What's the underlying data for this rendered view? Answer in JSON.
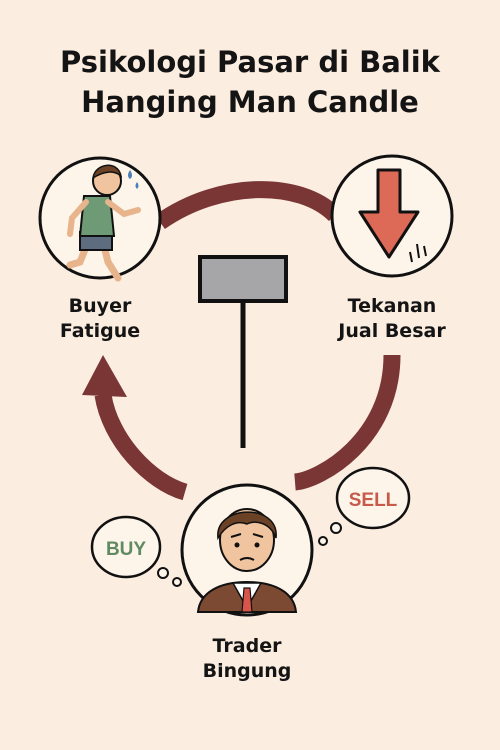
{
  "title": {
    "line1": "Psikologi Pasar di Balik",
    "line2": "Hanging Man Candle"
  },
  "nodes": {
    "buyer_fatigue": {
      "line1": "Buyer",
      "line2": "Fatigue",
      "icon": "tired-runner-icon"
    },
    "sell_pressure": {
      "line1": "Tekanan",
      "line2": "Jual Besar",
      "icon": "down-arrow-icon"
    },
    "confused_trader": {
      "line1": "Trader",
      "line2": "Bingung",
      "icon": "worried-trader-icon"
    }
  },
  "center_icon": "hanging-man-candle-icon",
  "thought_bubbles": {
    "buy": "BUY",
    "sell": "SELL"
  },
  "colors": {
    "background": "#fbede0",
    "cycle_arrow": "#7a3535",
    "candle_body": "#a6a6a8",
    "down_arrow": "#dc6a56",
    "buy_text": "#5f8a62",
    "sell_text": "#c85a4c"
  }
}
